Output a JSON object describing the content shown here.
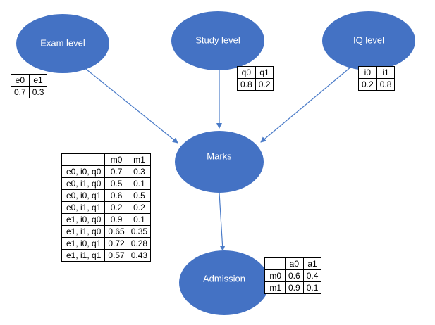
{
  "colors": {
    "node_fill": "#4472C4",
    "edge": "#4a7bc8",
    "node_text": "#ffffff",
    "table_border": "#000000"
  },
  "nodes": {
    "exam": "Exam level",
    "study": "Study level",
    "iq": "IQ level",
    "marks": "Marks",
    "admission": "Admission"
  },
  "tables": {
    "exam": {
      "headers": [
        "e0",
        "e1"
      ],
      "values": [
        "0.7",
        "0.3"
      ]
    },
    "study": {
      "headers": [
        "q0",
        "q1"
      ],
      "values": [
        "0.8",
        "0.2"
      ]
    },
    "iq": {
      "headers": [
        "i0",
        "i1"
      ],
      "values": [
        "0.2",
        "0.8"
      ]
    },
    "marks": {
      "headers": [
        "m0",
        "m1"
      ],
      "rows": [
        {
          "label": "e0, i0, q0",
          "m0": "0.7",
          "m1": "0.3"
        },
        {
          "label": "e0, i1, q0",
          "m0": "0.5",
          "m1": "0.1"
        },
        {
          "label": "e0, i0, q1",
          "m0": "0.6",
          "m1": "0.5"
        },
        {
          "label": "e0, i1, q1",
          "m0": "0.2",
          "m1": "0.2"
        },
        {
          "label": "e1, i0, q0",
          "m0": "0.9",
          "m1": "0.1"
        },
        {
          "label": "e1, i1, q0",
          "m0": "0.65",
          "m1": "0.35"
        },
        {
          "label": "e1, i0, q1",
          "m0": "0.72",
          "m1": "0.28"
        },
        {
          "label": "e1, i1, q1",
          "m0": "0.57",
          "m1": "0.43"
        }
      ]
    },
    "admission": {
      "headers": [
        "a0",
        "a1"
      ],
      "rows": [
        {
          "label": "m0",
          "a0": "0.6",
          "a1": "0.4"
        },
        {
          "label": "m1",
          "a0": "0.9",
          "a1": "0.1"
        }
      ]
    }
  }
}
